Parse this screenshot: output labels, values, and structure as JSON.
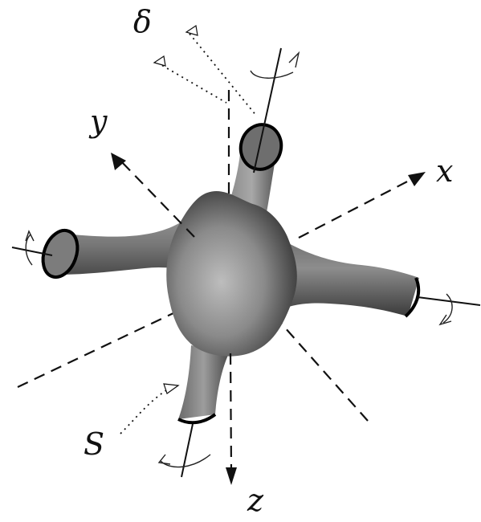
{
  "labels": {
    "x": "x",
    "y": "y",
    "z": "z",
    "delta": "δ",
    "surface": "S"
  }
}
